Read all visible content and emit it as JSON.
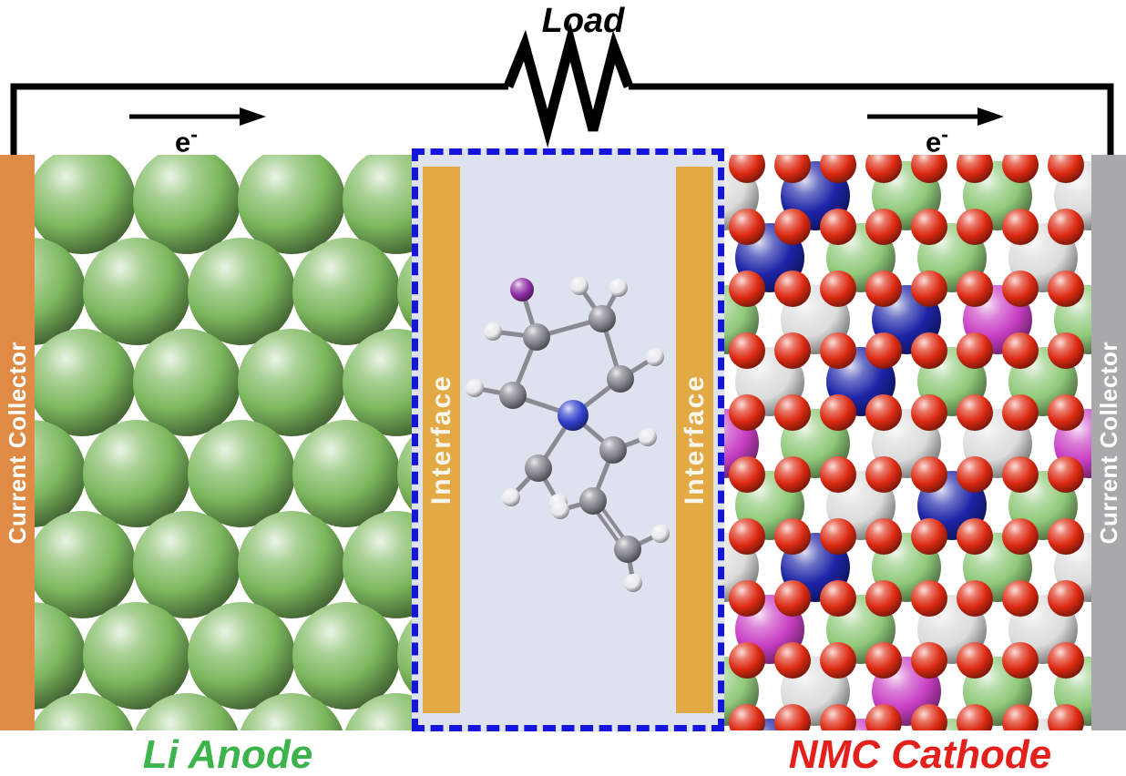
{
  "diagram": {
    "load_label": "Load",
    "electron": {
      "base": "e",
      "sup": "-"
    },
    "left_collector_label": "Current Collector",
    "right_collector_label": "Current Collector",
    "left_interface_label": "Interface",
    "right_interface_label": "Interface",
    "anode_label": "Li Anode",
    "cathode_label": "NMC Cathode"
  },
  "colors": {
    "wire": "#000000",
    "load_text": "#000000",
    "electron_text": "#000000",
    "left_collector_bg": "#df8a45",
    "right_collector_bg": "#a9a9ab",
    "collector_text": "#ffffff",
    "interface_bg": "#e2a945",
    "interface_text": "#faf6ec",
    "electrolyte_bg": "#dde2ee",
    "electrolyte_border": "#1414dd",
    "anode_label_color": "#3cb44b",
    "cathode_label_color": "#e3201b",
    "anode_sphere": "#7cb85e",
    "cathode_sphere_li": "#8fc979",
    "cathode_sphere_o": "#dd2a12",
    "cathode_sphere_ni": "#dcdcdc",
    "cathode_sphere_co": "#1c24a8",
    "cathode_sphere_mn": "#c93fc4",
    "molecule_carbon": "#82828c",
    "molecule_hydrogen": "#e8e8ee",
    "molecule_nitrogen": "#3240cc",
    "molecule_halogen": "#8f2da6",
    "molecule_bond": "#8a8a92"
  }
}
